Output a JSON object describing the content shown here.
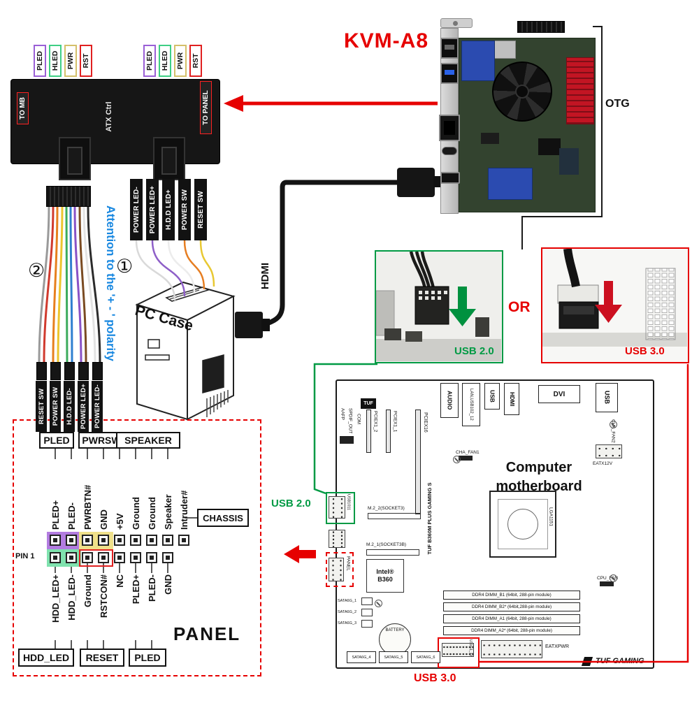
{
  "title": "KVM-A8",
  "callouts": {
    "otg": "OTG",
    "hdmi": "HDMI",
    "or": "OR",
    "usb20_photo": "USB 2.0",
    "usb30_photo": "USB 3.0",
    "usb20_mb": "USB 2.0",
    "usb30_mb": "USB 3.0",
    "attention": "Attention to the '+ - ' polarity",
    "step1": "①",
    "step2": "②",
    "pc_case": "PC Case"
  },
  "colors": {
    "accent_red": "#e60000",
    "accent_green": "#009a44",
    "attention_blue": "#1787e0",
    "pled_purple": "#b27ce0",
    "pwr_yellow": "#efe08a",
    "hled_green": "#7fe2ae",
    "rst_red": "#e02020"
  },
  "atx_board": {
    "name": "ATX Ctrl",
    "to_mb": "TO MB",
    "to_panel": "TO PANEL",
    "left_labels": [
      "PLED",
      "HLED",
      "PWR",
      "RST"
    ],
    "right_labels": [
      "PLED",
      "HLED",
      "PWR",
      "RST"
    ]
  },
  "wires1": [
    "POWER LED-",
    "POWER LED+",
    "H.D.D LED+",
    "POWER SW",
    "RESET SW"
  ],
  "wires2": [
    "RESET SW",
    "POWER SW",
    "H.D.D LED-",
    "POWER LED+",
    "POWER LED-"
  ],
  "panel": {
    "top_boxes": [
      "PLED",
      "PWRSW",
      "SPEAKER"
    ],
    "chassis": "CHASSIS",
    "top_pins": [
      "PLED+",
      "PLED-",
      "PWRBTN#",
      "GND",
      "+5V",
      "Ground",
      "Ground",
      "Speaker",
      "Intruder#"
    ],
    "bottom_pins": [
      "HDD_LED+",
      "HDD_LED-",
      "Ground",
      "RSTCON#",
      "NC",
      "PLED+",
      "PLED-",
      "GND"
    ],
    "bottom_boxes": [
      "HDD_LED",
      "RESET",
      "PLED"
    ],
    "pin1": "PIN 1",
    "title": "PANEL"
  },
  "motherboard": {
    "caption_line1": "Computer",
    "caption_line2": "motherboard",
    "rear_audio": "AUDIO",
    "rear_lan": "LAN,USB102_12",
    "rear_usb1": "USB",
    "rear_hdmi": "HDMI",
    "rear_dvi": "DVI",
    "rear_usb2": "USB",
    "aafp": "AAFP",
    "spdif": "SPDIF_OUT",
    "com": "COM",
    "pciex1_2": "PCIEX1_2",
    "pciex1_1": "PCIEX1_1",
    "pciex16": "PCIEX16",
    "board_name": "TUF B360M PLUS GAMING S",
    "m2_top": "M.2_2(SOCKET3)",
    "m2_bottom": "M.2_1(SOCKET3B)",
    "chipset_line1": "Intel®",
    "chipset_line2": "B360",
    "socket": "LGA1151",
    "cha_fan1": "CHA_FAN1",
    "cha_fan2": "CHA_FAN2",
    "cpu_fan": "CPU_FAN",
    "eatx12v": "EATX12V",
    "usb2_header": "USB1011",
    "panel_header": "PANEL",
    "usb3_header": "U31G1_12",
    "tuf_logo": "TUF",
    "dimms": [
      "DDR4 DIMM_B1 (64bit, 288-pin module)",
      "DDR4 DIMM_B2* (64bit,288-pin module)",
      "DDR4 DIMM_A1 (64bit, 288-pin module)",
      "DDR4 DIMM_A2* (64bit, 288-pin module)"
    ],
    "eatxpwr": "EATXPWR",
    "battery": "BATTERY",
    "sata_left": [
      "SATA6G_1",
      "SATA6G_2",
      "SATA6G_3"
    ],
    "sata_bottom": [
      "SATA6G_4",
      "SATA6G_5",
      "SATA6G_6"
    ],
    "brand": "TUF GAMING"
  }
}
